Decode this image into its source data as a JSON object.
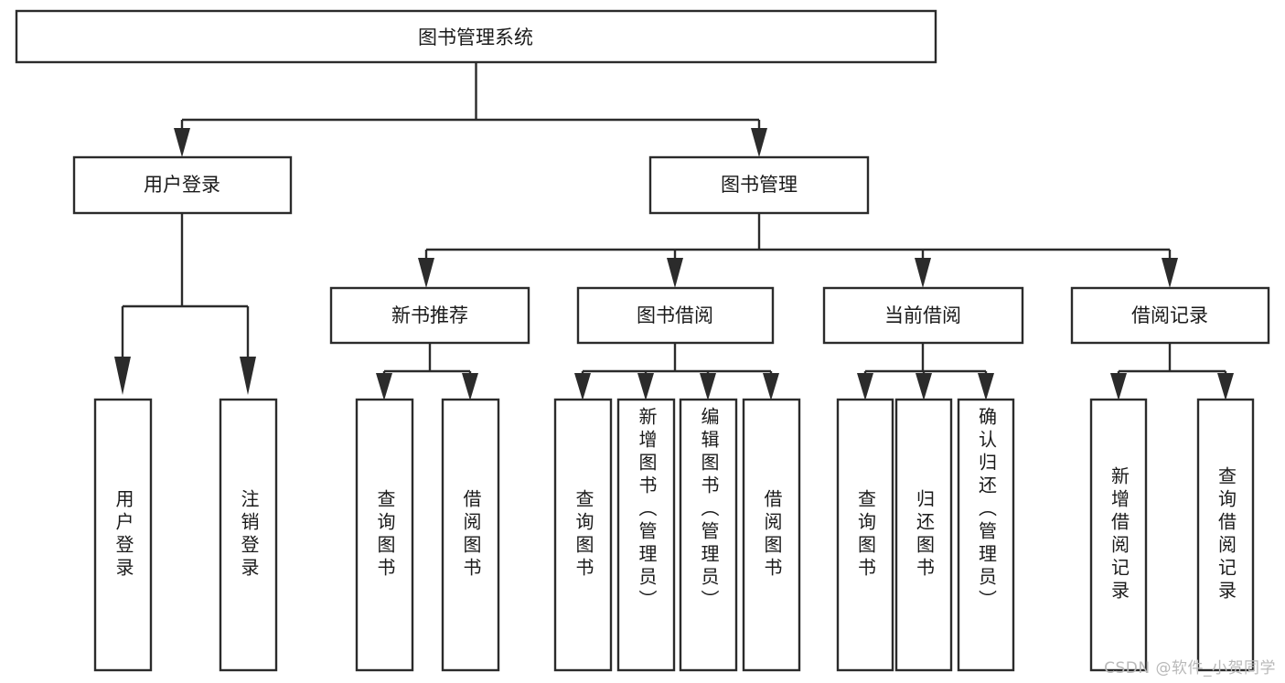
{
  "diagram": {
    "title_node": {
      "label": "图书管理系统"
    },
    "level1": [
      {
        "id": "user-login",
        "label": "用户登录"
      },
      {
        "id": "book-management",
        "label": "图书管理"
      }
    ],
    "level2": [
      {
        "id": "new-book-recommend",
        "label": "新书推荐",
        "parent": "book-management"
      },
      {
        "id": "book-borrow",
        "label": "图书借阅",
        "parent": "book-management"
      },
      {
        "id": "current-borrow",
        "label": "当前借阅",
        "parent": "book-management"
      },
      {
        "id": "borrow-record",
        "label": "借阅记录",
        "parent": "book-management"
      }
    ],
    "leaves": [
      {
        "id": "leaf-user-login",
        "label": "用户登录",
        "parent": "user-login"
      },
      {
        "id": "leaf-logout",
        "label": "注销登录",
        "parent": "user-login"
      },
      {
        "id": "leaf-query-book-1",
        "label": "查询图书",
        "parent": "new-book-recommend"
      },
      {
        "id": "leaf-borrow-book-1",
        "label": "借阅图书",
        "parent": "new-book-recommend"
      },
      {
        "id": "leaf-query-book-2",
        "label": "查询图书",
        "parent": "book-borrow"
      },
      {
        "id": "leaf-add-book",
        "label": "新增图书（管理员）",
        "parent": "book-borrow"
      },
      {
        "id": "leaf-edit-book",
        "label": "编辑图书（管理员）",
        "parent": "book-borrow"
      },
      {
        "id": "leaf-borrow-book-2",
        "label": "借阅图书",
        "parent": "book-borrow"
      },
      {
        "id": "leaf-query-book-3",
        "label": "查询图书",
        "parent": "current-borrow"
      },
      {
        "id": "leaf-return-book",
        "label": "归还图书",
        "parent": "current-borrow"
      },
      {
        "id": "leaf-confirm-return",
        "label": "确认归还（管理员）",
        "parent": "current-borrow"
      },
      {
        "id": "leaf-add-record",
        "label": "新增借阅记录",
        "parent": "borrow-record"
      },
      {
        "id": "leaf-query-record",
        "label": "查询借阅记录",
        "parent": "borrow-record"
      }
    ],
    "colors": {
      "stroke": "#2b2b2b",
      "box_fill": "#ffffff",
      "text": "#1a1a1a",
      "watermark": "#b9b9b9",
      "background": "#ffffff"
    }
  },
  "watermark": {
    "text": "CSDN @软件_小贺同学"
  }
}
